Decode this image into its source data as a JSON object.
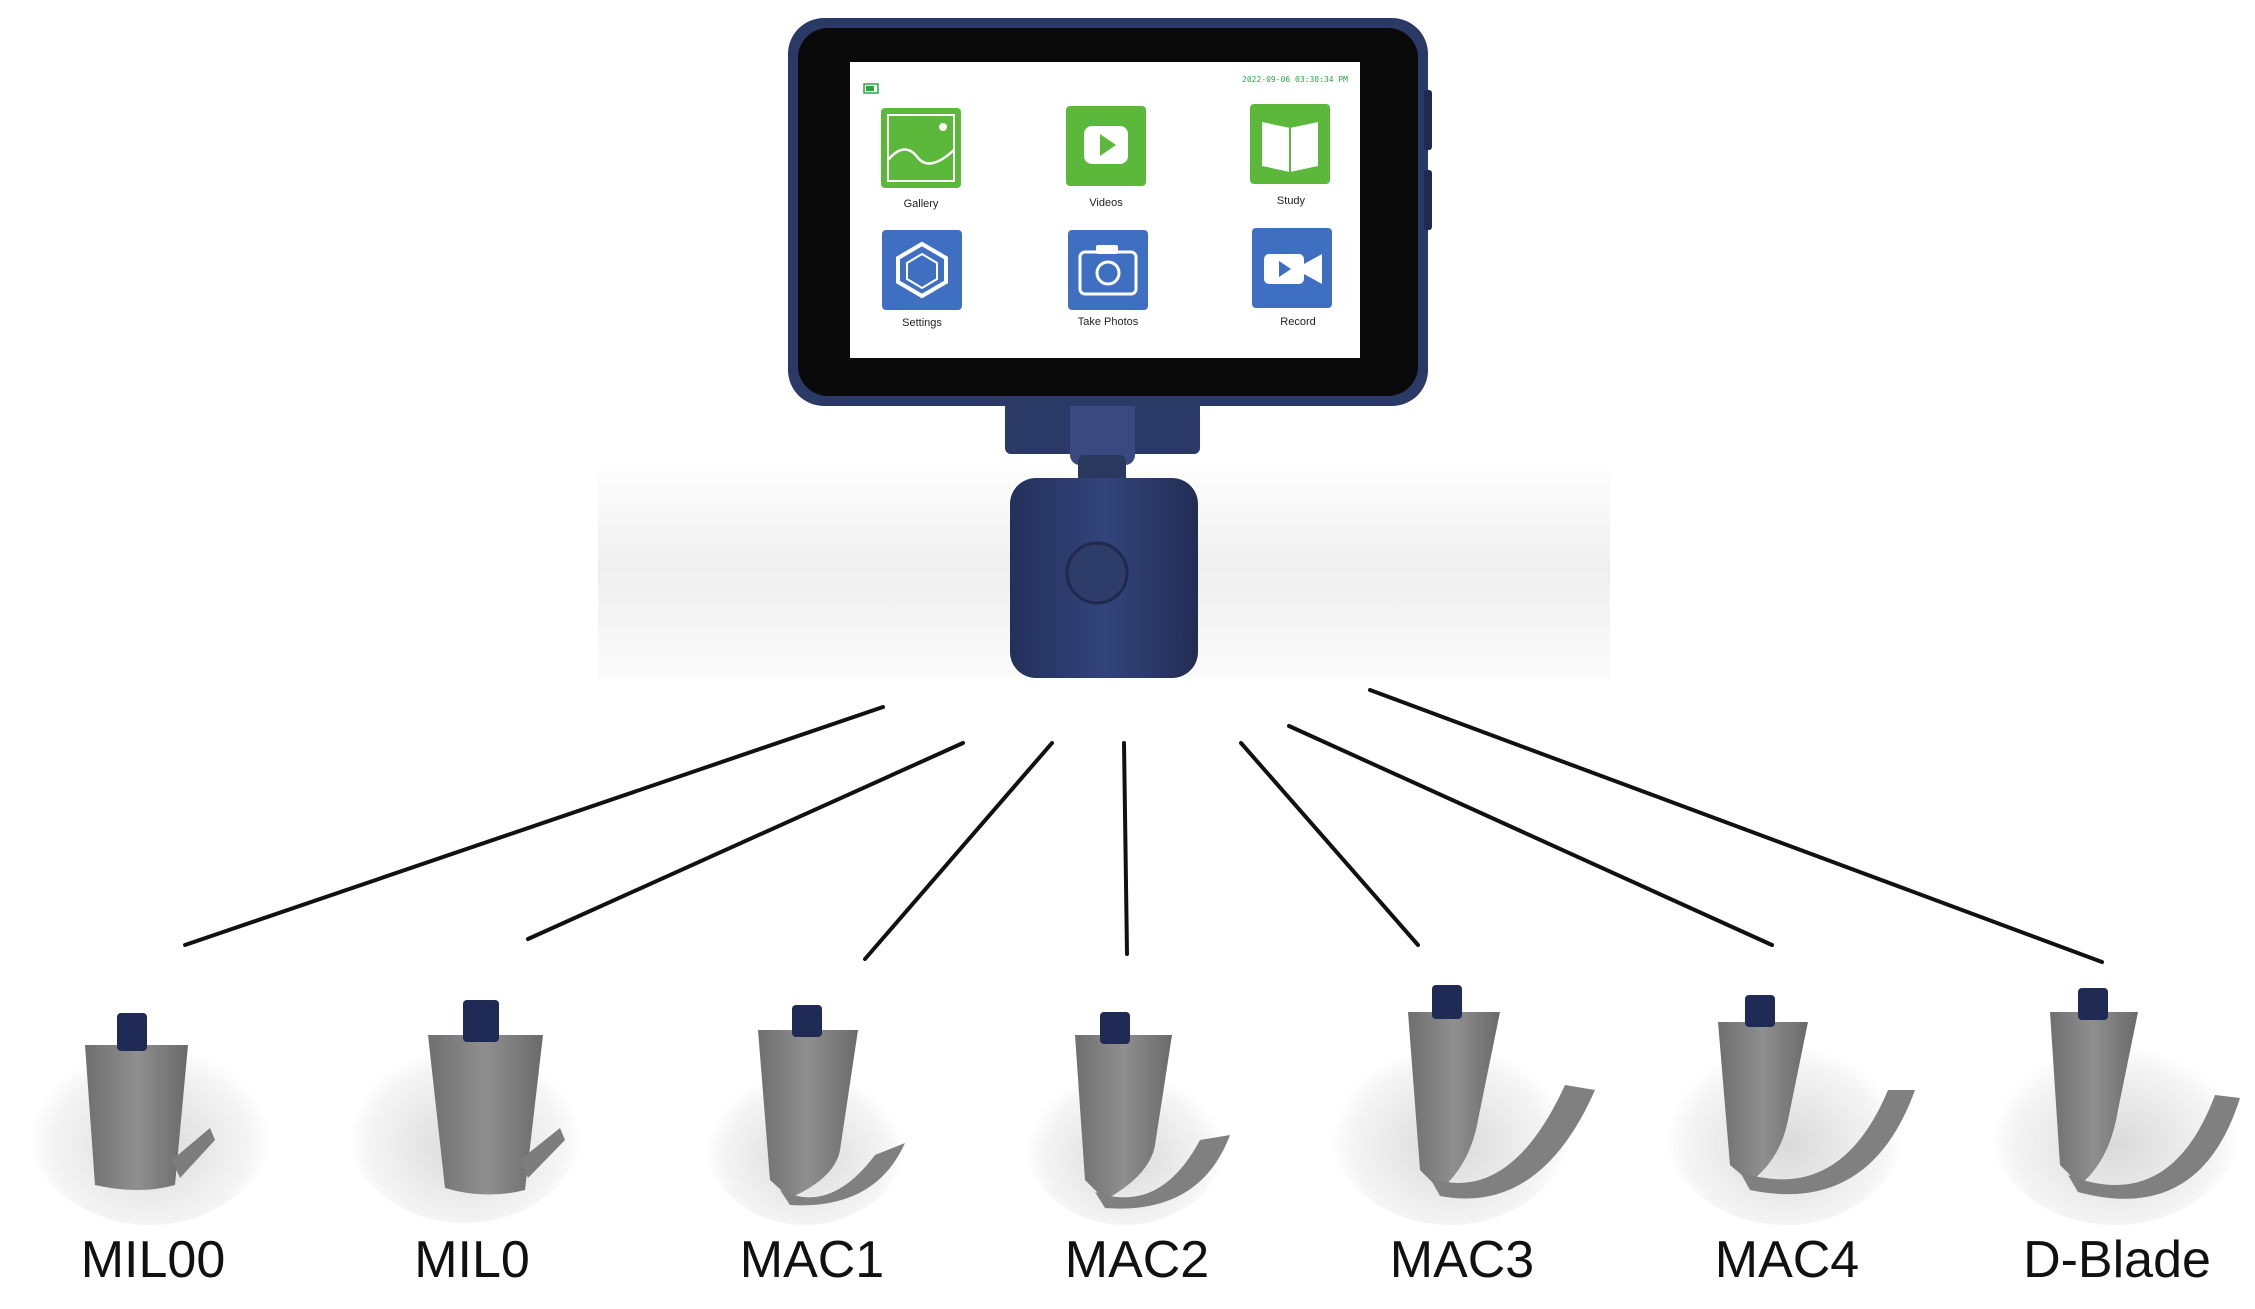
{
  "device": {
    "status_time": "2022-09-06 03:30:34 PM",
    "apps": [
      {
        "label": "Gallery",
        "icon": "gallery-icon",
        "color": "#5cb83a"
      },
      {
        "label": "Videos",
        "icon": "play-video-icon",
        "color": "#5cb83a"
      },
      {
        "label": "Study",
        "icon": "book-icon",
        "color": "#5cb83a"
      },
      {
        "label": "Settings",
        "icon": "settings-hexagon-icon",
        "color": "#3f6fc0"
      },
      {
        "label": "Take Photos",
        "icon": "camera-icon",
        "color": "#3f6fc0"
      },
      {
        "label": "Record",
        "icon": "video-camera-icon",
        "color": "#3f6fc0"
      }
    ],
    "body_color": "#2b3966"
  },
  "blades": [
    {
      "label": "MIL00"
    },
    {
      "label": "MIL0"
    },
    {
      "label": "MAC1"
    },
    {
      "label": "MAC2"
    },
    {
      "label": "MAC3"
    },
    {
      "label": "MAC4"
    },
    {
      "label": "D-Blade"
    }
  ]
}
